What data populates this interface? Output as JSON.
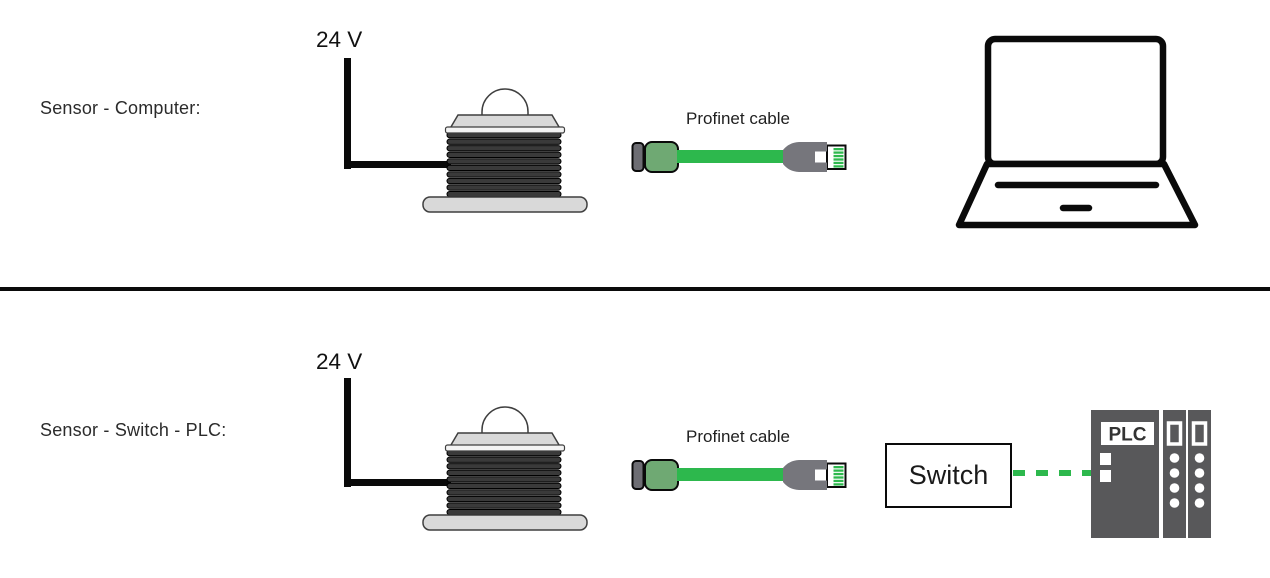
{
  "rows": [
    {
      "label": "Sensor - Computer:",
      "voltage": "24 V",
      "cable_label": "Profinet cable",
      "source_device": "sensor",
      "target_device": "laptop-computer"
    },
    {
      "label": "Sensor - Switch - PLC:",
      "voltage": "24 V",
      "cable_label": "Profinet cable",
      "source_device": "sensor",
      "switch_label": "Switch",
      "plc_label": "PLC",
      "target_device": "plc-rack"
    }
  ],
  "colors": {
    "cable_green": "#2db84d",
    "connector_green": "#6fa973",
    "connector_gray": "#6d6d73",
    "plug_gray": "#76767c",
    "device_gray": "#58585a",
    "sensor_rib_dark": "#3a3a3a",
    "sensor_light_gray": "#d9d9d9",
    "wire_black": "#0a0a0a"
  }
}
